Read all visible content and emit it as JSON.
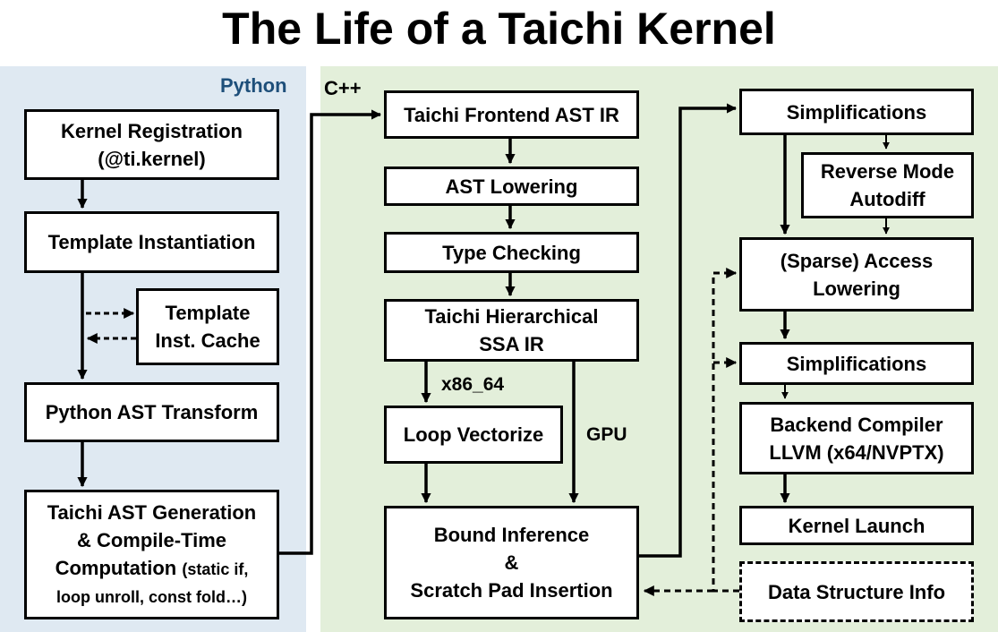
{
  "title": "The Life of a Taichi Kernel",
  "panels": {
    "python": "Python",
    "cpp": "C++"
  },
  "nodes": {
    "kernel_registration": {
      "line1": "Kernel Registration",
      "line2": "(@ti.kernel)"
    },
    "template_instantiation": "Template Instantiation",
    "template_cache": {
      "line1": "Template",
      "line2": "Inst. Cache"
    },
    "python_ast_transform": "Python AST Transform",
    "ast_generation": {
      "line1": "Taichi AST Generation",
      "line2": "& Compile-Time",
      "line3a": "Computation",
      "line3b": "(static if,",
      "line4": "loop unroll, const fold…)"
    },
    "frontend_ast_ir": "Taichi Frontend AST IR",
    "ast_lowering": "AST Lowering",
    "type_checking": "Type Checking",
    "hierarchical_ssa": {
      "line1": "Taichi Hierarchical",
      "line2": "SSA IR"
    },
    "loop_vectorize": "Loop Vectorize",
    "bound_inference": {
      "line1": "Bound Inference",
      "line2": "&",
      "line3": "Scratch Pad Insertion"
    },
    "simplifications_1": "Simplifications",
    "reverse_mode_autodiff": {
      "line1": "Reverse Mode",
      "line2": "Autodiff"
    },
    "sparse_access_lowering": {
      "line1": "(Sparse) Access",
      "line2": "Lowering"
    },
    "simplifications_2": "Simplifications",
    "backend_compiler": {
      "line1": "Backend Compiler",
      "line2": "LLVM (x64/NVPTX)"
    },
    "kernel_launch": "Kernel Launch",
    "data_structure_info": "Data Structure Info"
  },
  "edge_labels": {
    "x86": "x86_64",
    "gpu": "GPU"
  },
  "colors": {
    "python_panel": "#dfe9f2",
    "cpp_panel": "#e3efda",
    "python_label": "#1e4f7a"
  }
}
